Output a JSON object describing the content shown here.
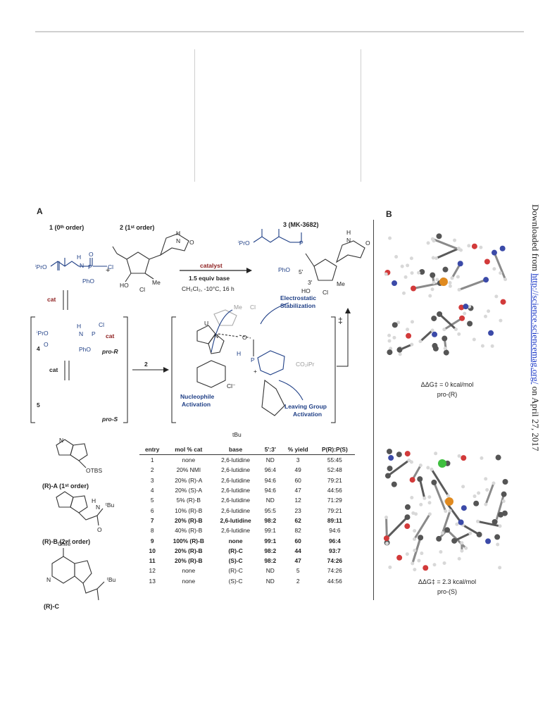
{
  "panel_a_label": "A",
  "panel_b_label": "B",
  "compound1": {
    "label": "1 (0ᵗʰ order)",
    "ipro": "ⁱPrO",
    "n": "N",
    "h": "H",
    "p": "P",
    "cl": "Cl",
    "pho": "PhO",
    "o": "O"
  },
  "compound2": {
    "label": "2 (1ˢᵗ order)",
    "ho": "HO",
    "cl": "Cl",
    "me": "Me",
    "h": "H",
    "n": "N",
    "o": "O",
    "plus": "+"
  },
  "compound3": {
    "label": "3 (MK-3682)",
    "ipro": "ⁱPrO",
    "pho": "PhO",
    "five": "5'",
    "three": "3'",
    "ho": "HO",
    "cl": "Cl",
    "me": "Me",
    "n": "N",
    "h": "H",
    "o": "O",
    "p": "P"
  },
  "reaction": {
    "catalyst": "catalyst",
    "base": "1.5 equiv base",
    "conditions": "CH₂Cl₂, -10°C, 16 h",
    "step2": "2"
  },
  "intermediates": {
    "cat": "cat",
    "cat2": "cat",
    "i4": "4",
    "i5": "5",
    "pro_r": "pro-R",
    "pro_s": "pro-S",
    "ipro": "ⁱPrO",
    "pho": "PhO",
    "cl_minus": "Cl",
    "n": "N",
    "h": "H",
    "p": "P",
    "o": "O",
    "catp": "cat"
  },
  "ts": {
    "electrostatic": "Electrostatic",
    "stabilization": "Stabilization",
    "nucleophile": "Nucleophile",
    "nuc_activation": "Activation",
    "leaving_group": "Leaving Group",
    "lg_activation": "Activation",
    "dagger": "‡",
    "cl_minus": "Cl⁻",
    "tbu": "tBu",
    "co2ipr": "CO₂iPr",
    "u": "U",
    "me": "Me",
    "cl": "Cl",
    "h": "H",
    "n": "N",
    "o": "O",
    "p": "P",
    "plus": "+"
  },
  "catalysts": {
    "a_label": "(R)-A (1ˢᵗ order)",
    "a_otbs": "OTBS",
    "b_label": "(R)-B (2ⁿᵈ order)",
    "b_nhtbu": "N",
    "b_tbu": "ᵗBu",
    "c_label": "(R)-C",
    "c_ome": "OMe",
    "c_tbu": "ᵗBu",
    "n": "N",
    "h": "H",
    "o": "O"
  },
  "table": {
    "headers": [
      "entry",
      "mol % cat",
      "base",
      "5':3'",
      "% yield",
      "P(R):P(S)"
    ],
    "rows": [
      {
        "entry": "1",
        "cat": "none",
        "base": "2,6-lutidine",
        "ratio": "ND",
        "yield": "3",
        "sel": "55:45",
        "bold": false
      },
      {
        "entry": "2",
        "cat": "20% NMI",
        "base": "2,6-lutidine",
        "ratio": "96:4",
        "yield": "49",
        "sel": "52:48",
        "bold": false
      },
      {
        "entry": "3",
        "cat": "20% (R)-A",
        "base": "2,6-lutidine",
        "ratio": "94:6",
        "yield": "60",
        "sel": "79:21",
        "bold": false
      },
      {
        "entry": "4",
        "cat": "20% (S)-A",
        "base": "2,6-lutidine",
        "ratio": "94:6",
        "yield": "47",
        "sel": "44:56",
        "bold": false
      },
      {
        "entry": "5",
        "cat": "5% (R)-B",
        "base": "2,6-lutidine",
        "ratio": "ND",
        "yield": "12",
        "sel": "71:29",
        "bold": false
      },
      {
        "entry": "6",
        "cat": "10% (R)-B",
        "base": "2,6-lutidine",
        "ratio": "95:5",
        "yield": "23",
        "sel": "79:21",
        "bold": false
      },
      {
        "entry": "7",
        "cat": "20% (R)-B",
        "base": "2,6-lutidine",
        "ratio": "98:2",
        "yield": "62",
        "sel": "89:11",
        "bold": true
      },
      {
        "entry": "8",
        "cat": "40% (R)-B",
        "base": "2,6-lutidine",
        "ratio": "99:1",
        "yield": "82",
        "sel": "94:6",
        "bold": false
      },
      {
        "entry": "9",
        "cat": "100% (R)-B",
        "base": "none",
        "ratio": "99:1",
        "yield": "60",
        "sel": "96:4",
        "bold": true
      },
      {
        "entry": "10",
        "cat": "20% (R)-B",
        "base": "(R)-C",
        "ratio": "98:2",
        "yield": "44",
        "sel": "93:7",
        "bold": true
      },
      {
        "entry": "11",
        "cat": "20% (R)-B",
        "base": "(S)-C",
        "ratio": "98:2",
        "yield": "47",
        "sel": "74:26",
        "bold": true
      },
      {
        "entry": "12",
        "cat": "none",
        "base": "(R)-C",
        "ratio": "ND",
        "yield": "5",
        "sel": "74:26",
        "bold": false
      },
      {
        "entry": "13",
        "cat": "none",
        "base": "(S)-C",
        "ratio": "ND",
        "yield": "2",
        "sel": "44:56",
        "bold": false
      }
    ]
  },
  "panel_b": {
    "top_energy": "ΔΔG‡ = 0 kcal/mol",
    "top_pro": "pro-(R)",
    "bottom_energy": "ΔΔG‡ = 2.3 kcal/mol",
    "bottom_pro": "pro-(S)"
  },
  "side_note": {
    "prefix": "Downloaded from ",
    "link": "http://science.sciencemag.org/",
    "suffix": " on April 27, 2017"
  },
  "colors": {
    "blue": "#1f3f86",
    "red": "#8b1a1a",
    "carbon": "#555555",
    "oxygen": "#d23a3a",
    "nitrogen": "#3b4aa8",
    "phosphorus": "#e08a1f",
    "chlorine": "#3fbf3f"
  }
}
